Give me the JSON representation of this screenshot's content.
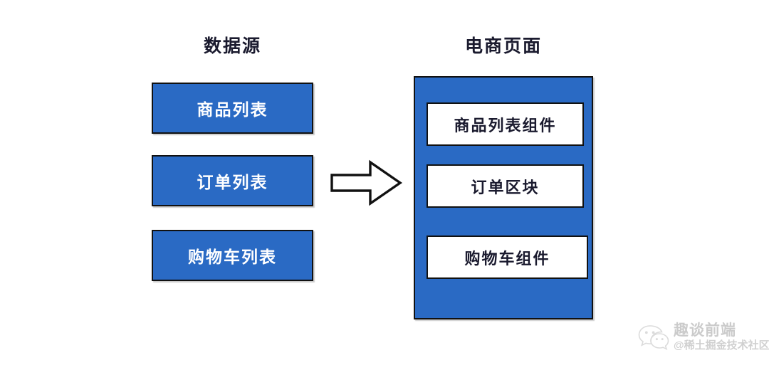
{
  "diagram": {
    "columns": {
      "source_title": "数据源",
      "page_title": "电商页面"
    },
    "source_boxes": [
      {
        "label": "商品列表"
      },
      {
        "label": "订单列表"
      },
      {
        "label": "购物车列表"
      }
    ],
    "arrow": {
      "icon": "right-block-arrow-icon",
      "direction": "right"
    },
    "page_container": {
      "components": [
        {
          "label": "商品列表组件"
        },
        {
          "label": "订单区块"
        },
        {
          "label": "购物车组件"
        }
      ]
    }
  },
  "watermark": {
    "icon": "wechat-logo-icon",
    "name": "趣谈前端",
    "subtitle": "@稀土掘金技术社区"
  },
  "colors": {
    "brand_blue": "#2a6ac4",
    "outline": "#111111",
    "text_dark": "#1a1a2e",
    "text_light": "#ffffff",
    "background": "#ffffff"
  }
}
